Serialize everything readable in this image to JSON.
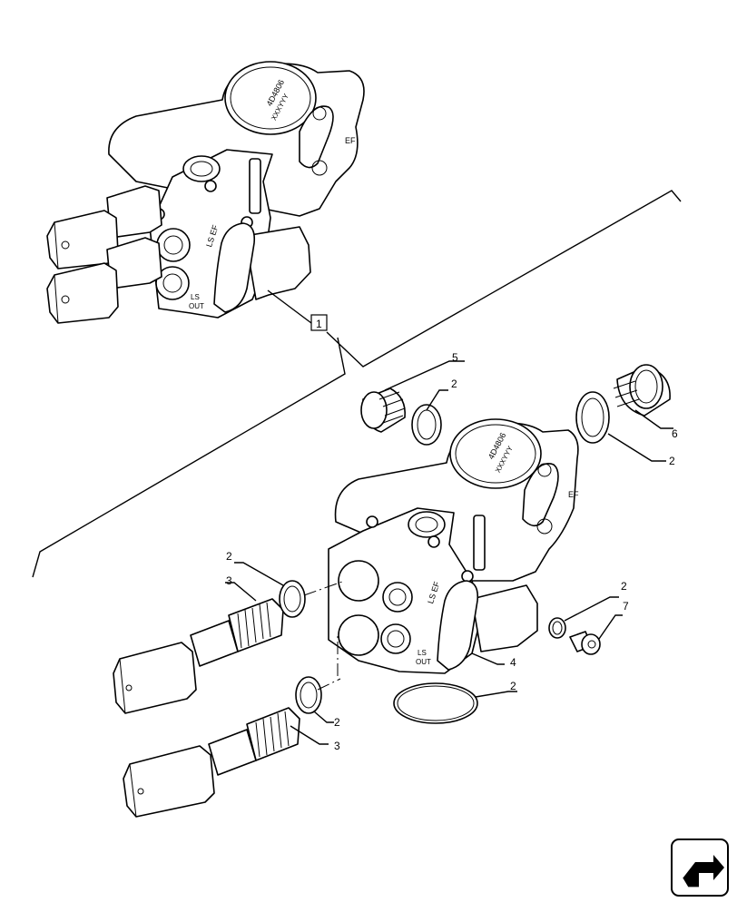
{
  "diagram": {
    "main_ref": "1",
    "body_marking_top": "4D4806",
    "body_marking_sub": "XXXYYY",
    "port_marking_ef": "EF",
    "port_marking_ls_ef": "LS EF",
    "port_marking_ls": "LS",
    "port_marking_out": "OUT",
    "callouts": {
      "c5": "5",
      "c2_top": "2",
      "c6": "6",
      "c2_right": "2",
      "c2_left_upper": "2",
      "c3_upper": "3",
      "c2_right_small": "2",
      "c7": "7",
      "c4": "4",
      "c2_bottom": "2",
      "c2_left_lower": "2",
      "c3_lower": "3"
    }
  },
  "nav": {
    "icon": "return-arrow-icon"
  }
}
